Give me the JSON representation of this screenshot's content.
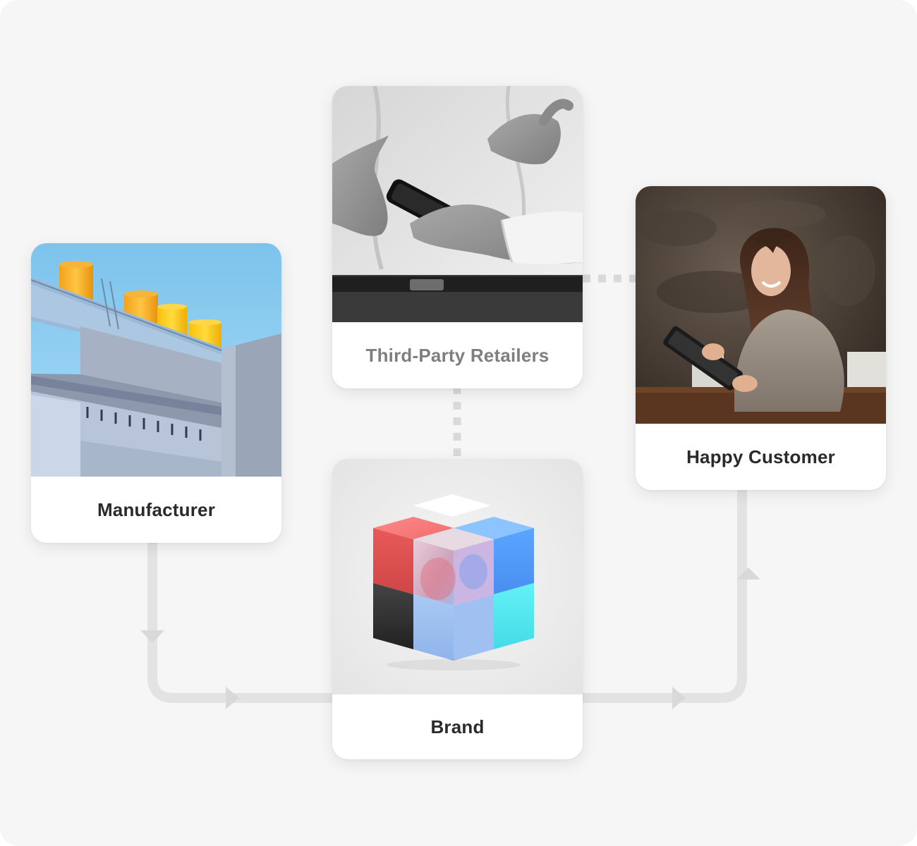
{
  "diagram": {
    "nodes": {
      "manufacturer": {
        "label": "Manufacturer",
        "image": "industrial-building-photo"
      },
      "retailers": {
        "label": "Third-Party Retailers",
        "image": "hands-holding-phone-photo"
      },
      "customer": {
        "label": "Happy Customer",
        "image": "smiling-woman-with-tablet-photo"
      },
      "brand": {
        "label": "Brand",
        "image": "colorful-cube-illustration"
      }
    },
    "edges": [
      {
        "from": "manufacturer",
        "to": "brand",
        "style": "solid-arrow"
      },
      {
        "from": "brand",
        "to": "customer",
        "style": "solid-arrow"
      },
      {
        "from": "retailers",
        "to": "brand",
        "style": "dotted"
      },
      {
        "from": "retailers",
        "to": "customer",
        "style": "dotted"
      }
    ],
    "colors": {
      "background": "#f6f6f6",
      "connector": "#e2e2e2",
      "dotted_connector": "#d8d8d8",
      "label_text": "#2a2a2a",
      "muted_label_text": "#7f7f7f"
    }
  }
}
